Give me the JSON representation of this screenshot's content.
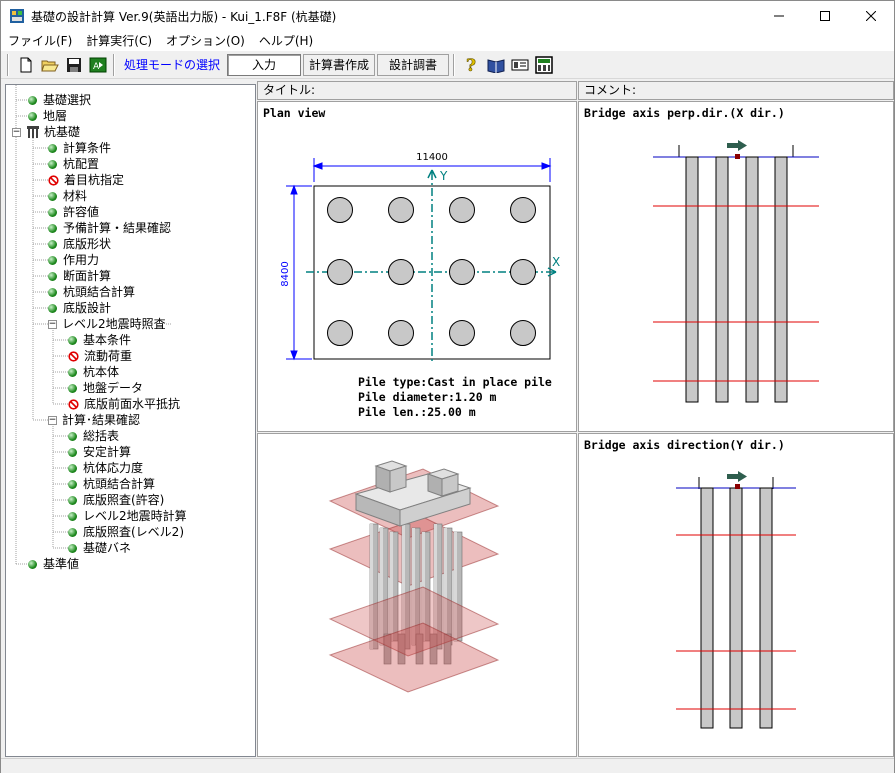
{
  "window": {
    "title": "基礎の設計計算 Ver.9(英語出力版) - Kui_1.F8F (杭基礎)"
  },
  "menu": [
    "ファイル(F)",
    "計算実行(C)",
    "オプション(O)",
    "ヘルプ(H)"
  ],
  "toolbar": {
    "mode_label": "処理モードの選択",
    "input_button": "入力",
    "report_button": "計算書作成",
    "design_button": "設計調書"
  },
  "headers": {
    "title_label": "タイトル:",
    "comment_label": "コメント:"
  },
  "tree": {
    "items": [
      {
        "label": "基礎選択",
        "icon": "green-dot",
        "level": 1
      },
      {
        "label": "地層",
        "icon": "green-dot",
        "level": 1
      },
      {
        "label": "杭基礎",
        "icon": "pile-icon",
        "level": 0
      },
      {
        "label": "計算条件",
        "icon": "green-dot",
        "level": 2
      },
      {
        "label": "杭配置",
        "icon": "green-dot",
        "level": 2
      },
      {
        "label": "着目杭指定",
        "icon": "no-icon",
        "level": 2
      },
      {
        "label": "材料",
        "icon": "green-dot",
        "level": 2
      },
      {
        "label": "許容値",
        "icon": "green-dot",
        "level": 2
      },
      {
        "label": "予備計算・結果確認",
        "icon": "green-dot",
        "level": 2
      },
      {
        "label": "底版形状",
        "icon": "green-dot",
        "level": 2
      },
      {
        "label": "作用力",
        "icon": "green-dot",
        "level": 2
      },
      {
        "label": "断面計算",
        "icon": "green-dot",
        "level": 2
      },
      {
        "label": "杭頭結合計算",
        "icon": "green-dot",
        "level": 2
      },
      {
        "label": "底版設計",
        "icon": "green-dot",
        "level": 2
      },
      {
        "label": "レベル2地震時照査",
        "icon": "expander",
        "level": 2
      },
      {
        "label": "基本条件",
        "icon": "green-dot",
        "level": 3
      },
      {
        "label": "流動荷重",
        "icon": "no-icon",
        "level": 3
      },
      {
        "label": "杭本体",
        "icon": "green-dot",
        "level": 3
      },
      {
        "label": "地盤データ",
        "icon": "green-dot",
        "level": 3
      },
      {
        "label": "底版前面水平抵抗",
        "icon": "no-icon",
        "level": 3
      },
      {
        "label": "計算･結果確認",
        "icon": "expander",
        "level": 2
      },
      {
        "label": "総括表",
        "icon": "green-dot",
        "level": 3
      },
      {
        "label": "安定計算",
        "icon": "green-dot",
        "level": 3
      },
      {
        "label": "杭体応力度",
        "icon": "green-dot",
        "level": 3
      },
      {
        "label": "杭頭結合計算",
        "icon": "green-dot",
        "level": 3
      },
      {
        "label": "底版照査(許容)",
        "icon": "green-dot",
        "level": 3
      },
      {
        "label": "レベル2地震時計算",
        "icon": "green-dot",
        "level": 3
      },
      {
        "label": "底版照査(レベル2)",
        "icon": "green-dot",
        "level": 3
      },
      {
        "label": "基礎バネ",
        "icon": "green-dot",
        "level": 3
      },
      {
        "label": "基準値",
        "icon": "green-dot",
        "level": 1
      }
    ]
  },
  "plan": {
    "title": "Plan view",
    "width_dim": "11400",
    "height_dim": "8400",
    "axis_x": "X",
    "axis_y": "Y",
    "pile_type": "Pile type:Cast in place pile",
    "pile_diameter": "Pile diameter:1.20 m",
    "pile_len": "Pile len.:25.00 m"
  },
  "xsection": {
    "title": "Bridge axis perp.dir.(X dir.)"
  },
  "ysection": {
    "title": "Bridge axis direction(Y dir.)"
  },
  "colors": {
    "dim_blue": "#0000ff",
    "axis_teal": "#008080",
    "layer_red": "#e00000",
    "pile_gray": "#c0c0c0",
    "arrow_green": "#2e5e4e"
  }
}
